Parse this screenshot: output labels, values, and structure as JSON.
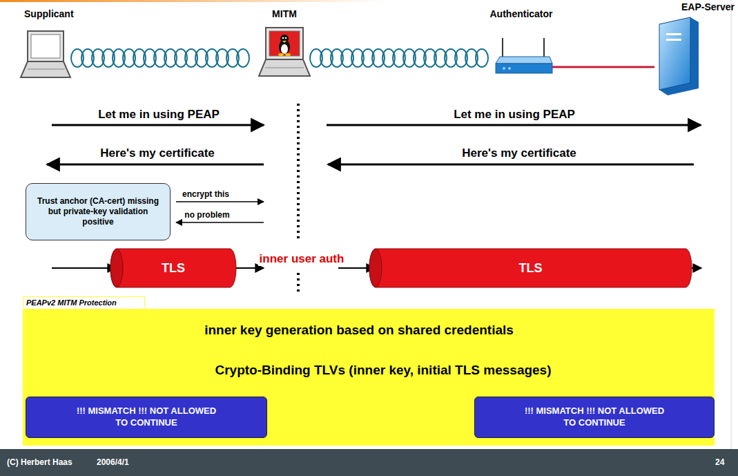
{
  "diagram": {
    "nodes": [
      {
        "text": [
          "Trust anchor (CA-cert) missing but private-key validation positive"
        ]
      },
      {
        "text": [
          "TLS"
        ]
      },
      {
        "text": [
          "TLS"
        ]
      },
      {
        "text": [
          "PEAPv2 MITM Protection"
        ]
      },
      {
        "text": [
          "!!! MISMATCH !!! NOT ALLOWED TO CONTINUE"
        ],
        "in": 3
      },
      {
        "text": [
          "!!! MISMATCH !!! NOT ALLOWED TO CONTINUE"
        ],
        "in": 3
      },
      {
        "text": [
          "(C) Herbert Haas",
          "2006/4/1",
          "24"
        ]
      }
    ],
    "labels": [
      "Supplicant",
      "MITM",
      "Authenticator",
      "EAP-Server",
      "Let me in using PEAP",
      "Let me in using PEAP",
      "Here's my certificate",
      "Here's my certificate",
      "encrypt this",
      "no problem",
      "inner user auth",
      "inner key generation based on shared credentials",
      "Crypto-Binding TLVs (inner key, initial TLS messages)"
    ]
  }
}
